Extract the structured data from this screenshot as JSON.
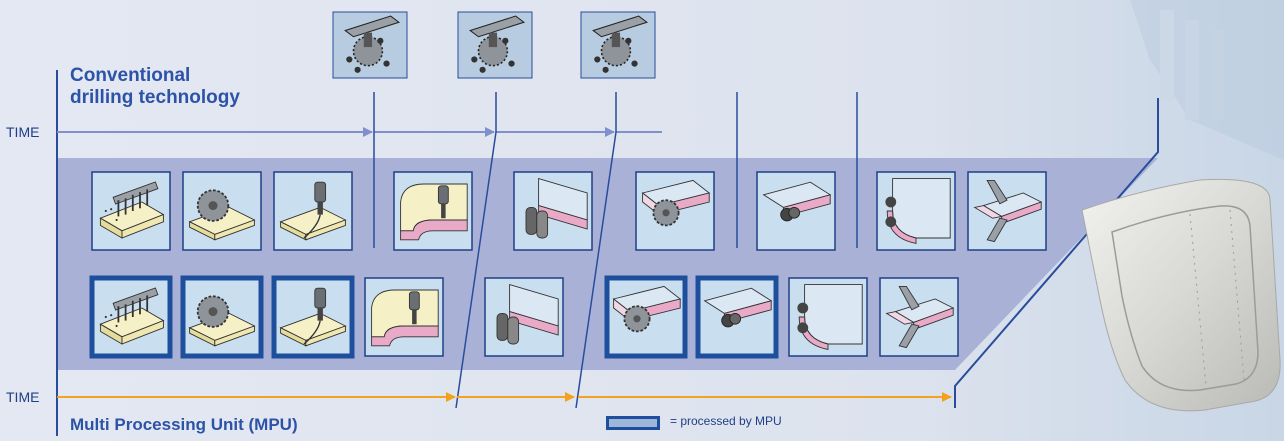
{
  "conventional": {
    "title_line1": "Conventional",
    "title_line2": "drilling technology",
    "time_label": "TIME",
    "steps": [
      "drill-head",
      "saw",
      "router",
      "router-curve",
      "rollers",
      "saw-edge",
      "edge-band",
      "edge-rollers",
      "corner-cut"
    ],
    "tool_changes": 3
  },
  "mpu": {
    "title": "Multi Processing Unit (MPU)",
    "time_label": "TIME",
    "steps": [
      {
        "tool": "drill-head",
        "mpu": true
      },
      {
        "tool": "saw",
        "mpu": true
      },
      {
        "tool": "router",
        "mpu": true
      },
      {
        "tool": "router-curve",
        "mpu": false
      },
      {
        "tool": "rollers",
        "mpu": false
      },
      {
        "tool": "saw-edge",
        "mpu": true
      },
      {
        "tool": "edge-band",
        "mpu": true
      },
      {
        "tool": "edge-rollers",
        "mpu": false
      },
      {
        "tool": "corner-cut",
        "mpu": false
      }
    ]
  },
  "legend": {
    "text": "= processed by MPU"
  },
  "colors": {
    "band": "#a9b2d6",
    "frame_mpu": "#1d4f9c",
    "frame_normal": "#1f3f86",
    "tile_bg": "#c9dff0",
    "board_top": "#f6f0c7",
    "board_edge": "#e9aac8",
    "arrow_conv": "#7f90cc",
    "arrow_mpu": "#f4a21e",
    "line": "#2a4c9c"
  },
  "icons": [
    "tool-change-icon",
    "drill-head-icon",
    "saw-icon",
    "router-icon",
    "rollers-icon",
    "edge-band-icon",
    "corner-cut-icon",
    "curved-panel-icon"
  ]
}
